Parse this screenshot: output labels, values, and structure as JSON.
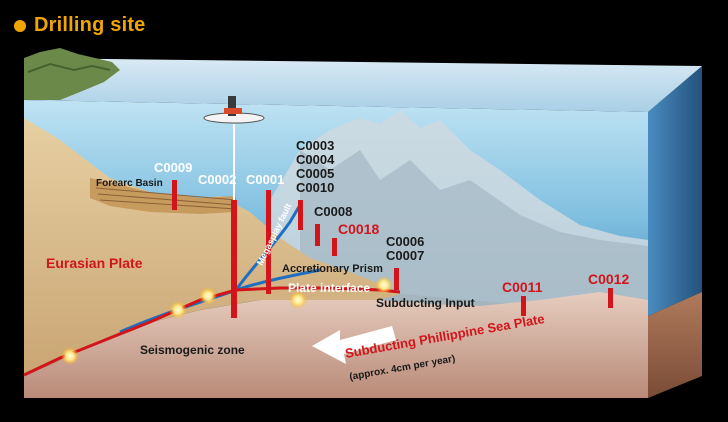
{
  "header": {
    "title": "Drilling site",
    "bullet_color": "#f0a500"
  },
  "labels": {
    "forearc_basin": "Forearc Basin",
    "eurasian_plate": "Eurasian Plate",
    "megasplay_fault": "Megasplay fault",
    "accretionary_prism": "Accretionary Prism",
    "plate_interface": "Plate interface",
    "subducting_input": "Subducting Input",
    "seismogenic_zone": "Seismogenic zone",
    "subducting_plate": "Subducting Phillippine Sea Plate",
    "rate_note": "(approx. 4cm per year)"
  },
  "sites": {
    "c0009": "C0009",
    "c0002": "C0002",
    "c0001": "C0001",
    "c0003": "C0003",
    "c0004": "C0004",
    "c0005": "C0005",
    "c0010": "C0010",
    "c0008": "C0008",
    "c0018": "C0018",
    "c0006": "C0006",
    "c0007": "C0007",
    "c0011": "C0011",
    "c0012": "C0012"
  },
  "colors": {
    "highlight_red": "#d2141b",
    "label_white": "#ffffff",
    "sediment": "#d8b98a",
    "ocean_crust": "#c49a8a",
    "sea": "#7fc0e0"
  }
}
